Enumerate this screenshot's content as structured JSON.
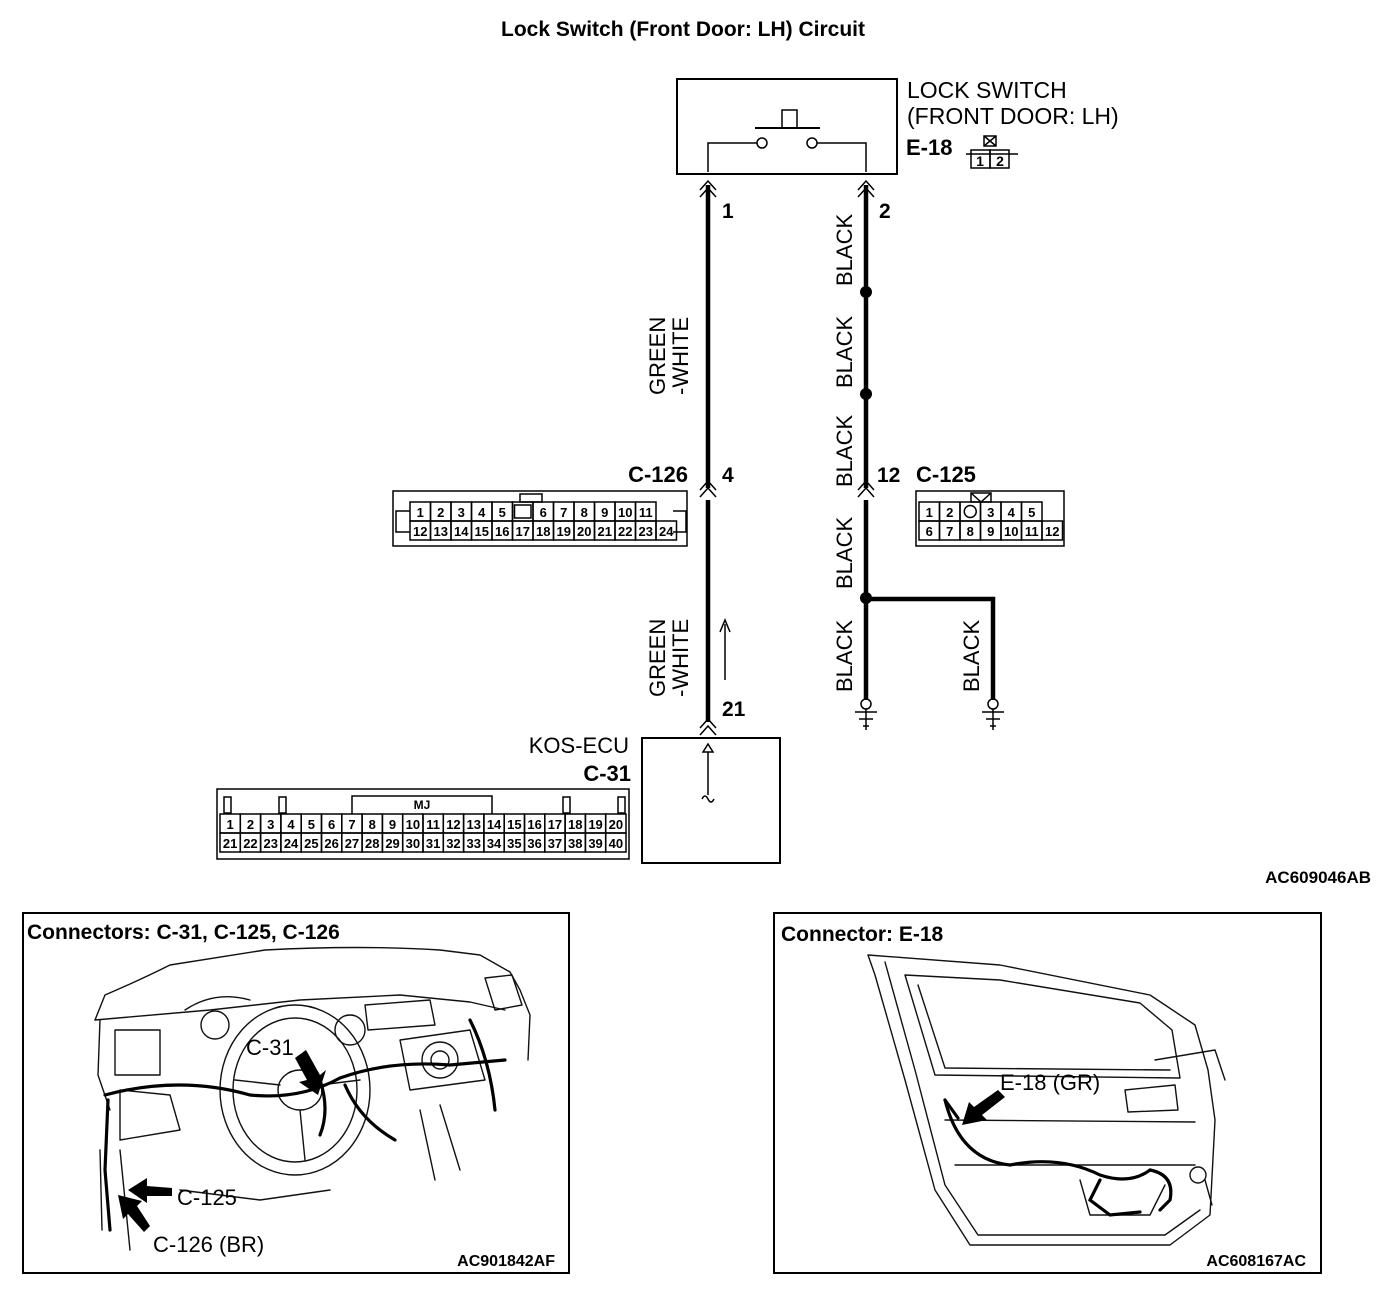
{
  "title": "Lock Switch (Front Door: LH) Circuit",
  "diagram_code": "AC609046AB",
  "lock_switch": {
    "name_line1": "LOCK SWITCH",
    "name_line2": "(FRONT DOOR: LH)",
    "connector": "E-18",
    "pins": [
      "1",
      "2"
    ],
    "terminal_left": "1",
    "terminal_right": "2"
  },
  "wires": {
    "left_upper_line1": "GREEN",
    "left_upper_line2": "-WHITE",
    "left_lower_line1": "GREEN",
    "left_lower_line2": "-WHITE",
    "right_1": "BLACK",
    "right_2": "BLACK",
    "right_3": "BLACK",
    "right_4": "BLACK",
    "right_5": "BLACK",
    "branch": "BLACK"
  },
  "connector_c126": {
    "name": "C-126",
    "terminal": "4",
    "row1": [
      "1",
      "2",
      "3",
      "4",
      "5",
      "",
      "6",
      "7",
      "8",
      "9",
      "10",
      "11"
    ],
    "row2": [
      "12",
      "13",
      "14",
      "15",
      "16",
      "17",
      "18",
      "19",
      "20",
      "21",
      "22",
      "23",
      "24"
    ]
  },
  "connector_c125": {
    "name": "C-125",
    "terminal": "12",
    "row1": [
      "1",
      "2",
      "",
      "3",
      "4",
      "5"
    ],
    "row2": [
      "6",
      "7",
      "8",
      "9",
      "10",
      "11",
      "12"
    ]
  },
  "ecu": {
    "name": "KOS-ECU",
    "connector": "C-31",
    "terminal": "21",
    "key_label": "MJ",
    "row1": [
      "1",
      "2",
      "3",
      "4",
      "5",
      "6",
      "7",
      "8",
      "9",
      "10",
      "11",
      "12",
      "13",
      "14",
      "15",
      "16",
      "17",
      "18",
      "19",
      "20"
    ],
    "row2": [
      "21",
      "22",
      "23",
      "24",
      "25",
      "26",
      "27",
      "28",
      "29",
      "30",
      "31",
      "32",
      "33",
      "34",
      "35",
      "36",
      "37",
      "38",
      "39",
      "40"
    ]
  },
  "panel_left": {
    "title": "Connectors: C-31, C-125, C-126",
    "label_c31": "C-31",
    "label_c125": "C-125",
    "label_c126": "C-126 (BR)",
    "code": "AC901842AF"
  },
  "panel_right": {
    "title": "Connector: E-18",
    "label_e18": "E-18 (GR)",
    "code": "AC608167AC"
  }
}
